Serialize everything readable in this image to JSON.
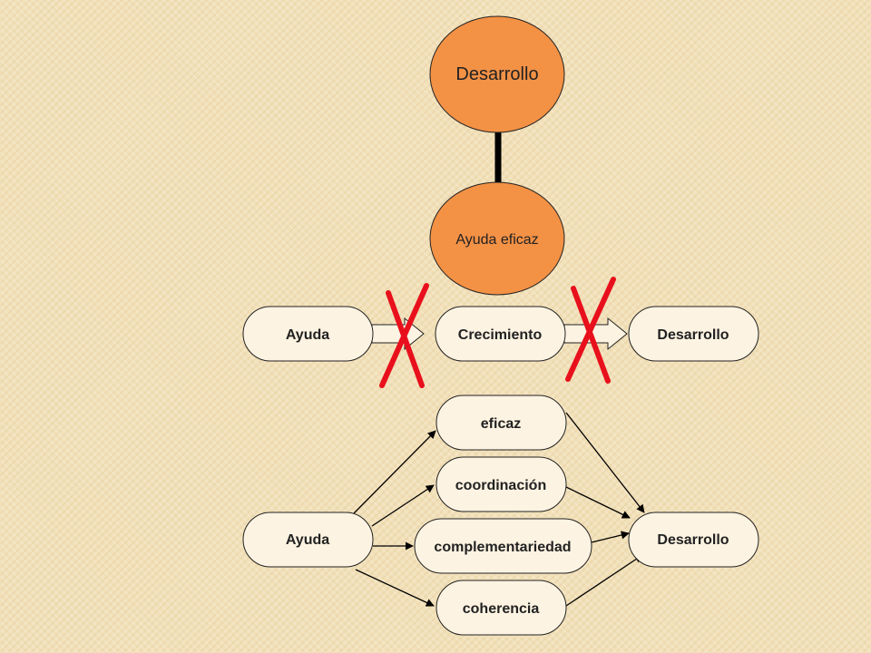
{
  "top_concept": {
    "outer_label": "Desarrollo",
    "inner_label": "Ayuda eficaz"
  },
  "linear_chain": {
    "ayuda": "Ayuda",
    "crecimiento": "Crecimiento",
    "desarrollo": "Desarrollo"
  },
  "bottom_flow": {
    "source": "Ayuda",
    "target": "Desarrollo",
    "conditions": [
      "eficaz",
      "coordinación",
      "complementariedad",
      "coherencia"
    ]
  },
  "colors": {
    "circle_fill": "#f39145",
    "cross": "#e8101c",
    "connector": "#000000",
    "node_fill": "#fdf3e2"
  }
}
